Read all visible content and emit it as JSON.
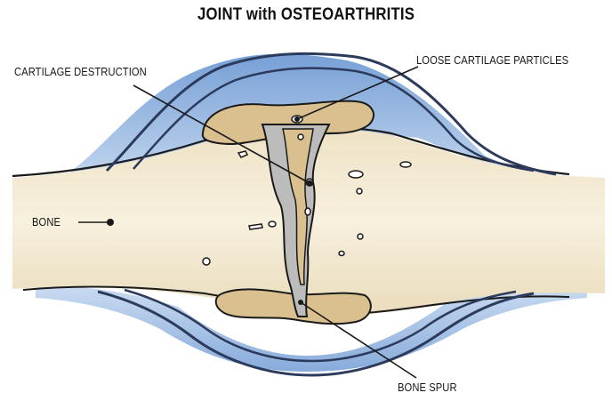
{
  "title": "JOINT with OSTEOARTHRITIS",
  "labels": {
    "cartilage_destruction": "CARTILAGE DESTRUCTION",
    "loose_cartilage_particles": "LOOSE CARTILAGE PARTICLES",
    "bone": "BONE",
    "bone_spur": "BONE SPUR"
  },
  "colors": {
    "capsule_outline": "#2c3a5c",
    "synovial_fluid": "#7fa8d8",
    "bone": "#f4ecd8",
    "cartilage": "#d9c08e",
    "outline": "#1a1a1a"
  }
}
